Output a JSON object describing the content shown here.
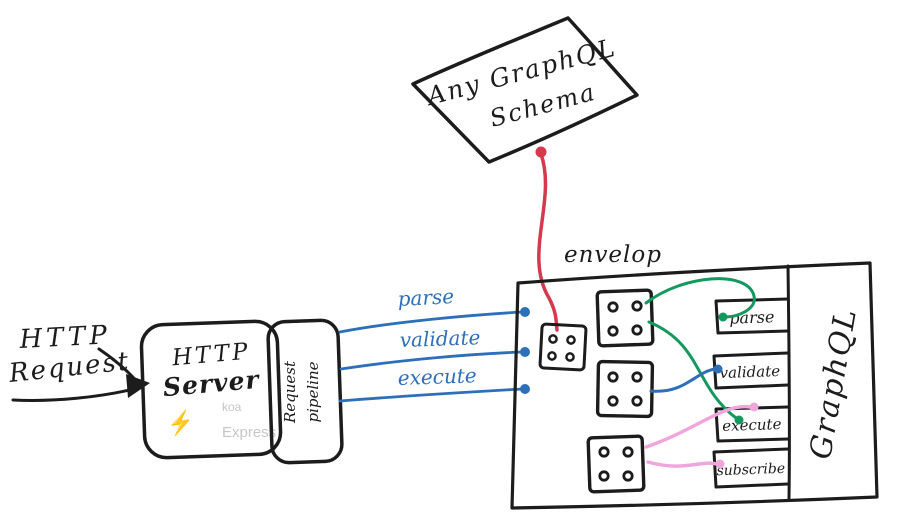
{
  "palette": {
    "ink": "#1c1c1c",
    "blue": "#2e6fba",
    "red": "#d4394e",
    "green": "#13995e",
    "pink": "#efa6dd",
    "gray": "#c6c6c6"
  },
  "request": {
    "line1": "HTTP",
    "line2": "Request"
  },
  "server": {
    "line1": "HTTP",
    "line2": "Server",
    "logo": "⚡",
    "koa": "koa",
    "express": "Express"
  },
  "pipeline": {
    "line1": "Request",
    "line2": "pipeline"
  },
  "calls": [
    {
      "label": "parse"
    },
    {
      "label": "validate"
    },
    {
      "label": "execute"
    }
  ],
  "envelop": {
    "label": "envelop"
  },
  "schema": {
    "line1": "Any GraphQL",
    "line2": "Schema"
  },
  "graphql": {
    "label": "GraphQL"
  },
  "slots": [
    {
      "label": "parse"
    },
    {
      "label": "validate"
    },
    {
      "label": "execute"
    },
    {
      "label": "subscribe"
    }
  ]
}
